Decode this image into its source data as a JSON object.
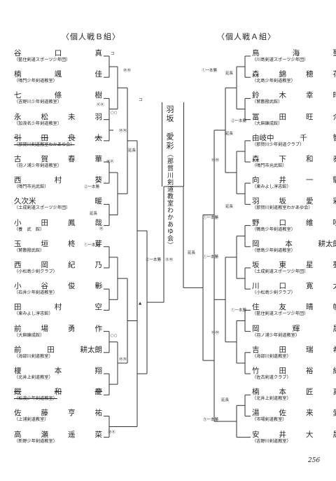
{
  "titles": {
    "left": "〈個人戦Ｂ組〉",
    "right": "〈個人戦Ａ組〉"
  },
  "left_entries": [
    {
      "name": [
        "谷",
        "口",
        "真"
      ],
      "club": "（藍住剣道スポーツ少年団）"
    },
    {
      "name": [
        "楠",
        "颯",
        "佳"
      ],
      "club": "（鳴門少年剣道教室）"
    },
    {
      "name": [
        "七",
        "條",
        "樹"
      ],
      "club": "（吉野川少年剣道教室）"
    },
    {
      "name": [
        "永",
        "松",
        "未",
        "羽"
      ],
      "club": "（加茂名少年剣道教室）"
    },
    {
      "name": [
        "引",
        "田",
        "良",
        "太"
      ],
      "club": "（那賀川剣道教室わかあゆ会）",
      "withdrawn": true
    },
    {
      "name": [
        "古",
        "賀",
        "春",
        "華"
      ],
      "club": "（羽ノ浦少年剣道教室）"
    },
    {
      "name": [
        "西",
        "村",
        "葵"
      ],
      "club": "（鳴門市光武館）"
    },
    {
      "name": [
        "久次米",
        "暖"
      ],
      "club": "（土成剣道スポーツ少年団）"
    },
    {
      "name": [
        "小",
        "田",
        "鳳",
        "哉"
      ],
      "club": "（養　武　館）"
    },
    {
      "name": [
        "玉",
        "垣",
        "柊",
        "芽"
      ],
      "club": "（鷲敷撥武館）"
    },
    {
      "name": [
        "西",
        "岡",
        "紀",
        "乃"
      ],
      "club": "（小松島少剣クラブ）"
    },
    {
      "name": [
        "小",
        "谷",
        "俊",
        "彰"
      ],
      "club": "（石井少年剣道教室）"
    },
    {
      "name": [
        "田",
        "村",
        "空"
      ],
      "club": "（東みよし淳志館）"
    },
    {
      "name": [
        "前",
        "場",
        "勇",
        "作"
      ],
      "club": "（大麻錬成館）"
    },
    {
      "name": [
        "前",
        "田",
        "耕太朗"
      ],
      "club": "（海部川剣道教室）"
    },
    {
      "name": [
        "榎",
        "本",
        "翔"
      ],
      "club": "（北井上剣道教室）"
    },
    {
      "name": [
        "厩",
        "和",
        "慶"
      ],
      "club": "（松茂少年剣道教室）",
      "withdrawn": true
    },
    {
      "name": [
        "佐",
        "藤",
        "亨",
        "祐"
      ],
      "club": "（上浦剣道教室）"
    },
    {
      "name": [
        "高",
        "瀬",
        "遥",
        "菜"
      ],
      "club": "（新野少年剣道教室）"
    }
  ],
  "right_entries": [
    {
      "name": [
        "鳥",
        "海",
        "聖"
      ],
      "club": "（川島剣道スポーツ少年団）"
    },
    {
      "name": [
        "森",
        "錦",
        "穂",
        "花"
      ],
      "club": "（北島少年剣道教室）"
    },
    {
      "name": [
        "鈴",
        "木",
        "幸",
        "晴"
      ],
      "club": "（鷲敷撥武館）"
    },
    {
      "name": [
        "冨",
        "田",
        "旺",
        "介"
      ],
      "club": "（大麻錬成館）"
    },
    {
      "name": [
        "由岐中",
        "千",
        "智"
      ],
      "club": "（那賀川少年剣道クラブ）"
    },
    {
      "name": [
        "森",
        "下",
        "和",
        "奏"
      ],
      "club": "（鳴門市光武館）"
    },
    {
      "name": [
        "向",
        "井",
        "一",
        "騎"
      ],
      "club": "（東みよし淳志館）"
    },
    {
      "name": [
        "羽",
        "坂",
        "愛",
        "彩"
      ],
      "club": "（那賀川剣道教室わかあゆ会）"
    },
    {
      "name": [
        "野",
        "口",
        "維",
        "吹"
      ],
      "club": "（鴨島少年剣道教室）"
    },
    {
      "name": [
        "岡",
        "本",
        "耕太朗"
      ],
      "club": "（徳島少年剣道教室）"
    },
    {
      "name": [
        "坂",
        "東",
        "星",
        "夢"
      ],
      "club": "（土成剣道スポーツ少年団）"
    },
    {
      "name": [
        "川",
        "口",
        "寛",
        "太"
      ],
      "club": "（小松島少剣クラブ）"
    },
    {
      "name": [
        "住",
        "友",
        "晴",
        "帆"
      ],
      "club": "（藍住剣道スポーツ少年団）"
    },
    {
      "name": [
        "岡",
        "輝",
        "晟"
      ],
      "club": "（羽ノ浦少年剣道教室）"
    },
    {
      "name": [
        "吉",
        "田",
        "瑞",
        "希"
      ],
      "club": "（海部川剣道教室）"
    },
    {
      "name": [
        "竹",
        "田",
        "裕",
        "紀"
      ],
      "club": "（佐古剣道クラブ）"
    },
    {
      "name": [
        "楠",
        "本",
        "匠",
        "真"
      ],
      "club": "（北井上剣道教室）"
    },
    {
      "name": [
        "湯",
        "佐",
        "来",
        "愛"
      ],
      "club": "（市場剣道教室）"
    },
    {
      "name": [
        "安",
        "井",
        "大",
        "晟"
      ],
      "club": "（吉野川剣道教室）"
    }
  ],
  "winner": {
    "name": "羽坂　愛彩",
    "club": "（那賀川剣道教室わかあゆ会）"
  },
  "page_number": "256",
  "marks": {
    "kote": "コ",
    "enchou": "延長",
    "ippon": "①一本勝",
    "ippon_b": "②一本勝",
    "ippon_e": "⑤一本勝",
    "mm": "ⓂⓂ",
    "mk": "ⓂⓀ",
    "mc": "Ⓜ",
    "kk": "ⓀⓀ",
    "do": "ⒹⓂ",
    "oo": "○○",
    "o": "○",
    "tri": "▲"
  }
}
